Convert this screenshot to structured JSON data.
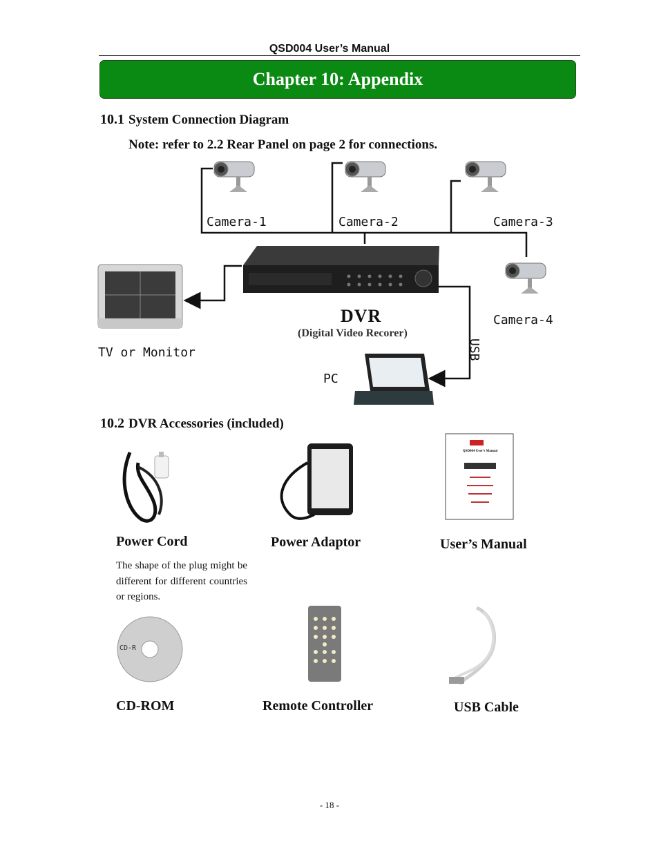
{
  "header": {
    "title": "QSD004 User’s Manual"
  },
  "chapter": {
    "title": "Chapter 10: Appendix"
  },
  "section1": {
    "number": "10.1",
    "title": "System Connection Diagram",
    "note": "Note: refer to 2.2 Rear Panel on page 2 for connections."
  },
  "diagram": {
    "cameras": [
      "Camera-1",
      "Camera-2",
      "Camera-3",
      "Camera-4"
    ],
    "dvr_title": "DVR",
    "dvr_subtitle": "(Digital Video Recorer)",
    "monitor_label": "TV or Monitor",
    "pc_label": "PC",
    "usb_label": "USB"
  },
  "section2": {
    "number": "10.2",
    "title": "DVR Accessories (included)"
  },
  "accessories": {
    "power_cord": "Power Cord",
    "power_cord_note": "The shape of the plug might be different for different countries or regions.",
    "power_adaptor": "Power Adaptor",
    "users_manual": "User’s Manual",
    "cd_rom": "CD-ROM",
    "remote": "Remote Controller",
    "usb_cable": "USB Cable",
    "manual_cover_title": "QSD004 User’s Manual",
    "cd_text": "CD-R"
  },
  "footer": {
    "page": "- 18 -"
  }
}
